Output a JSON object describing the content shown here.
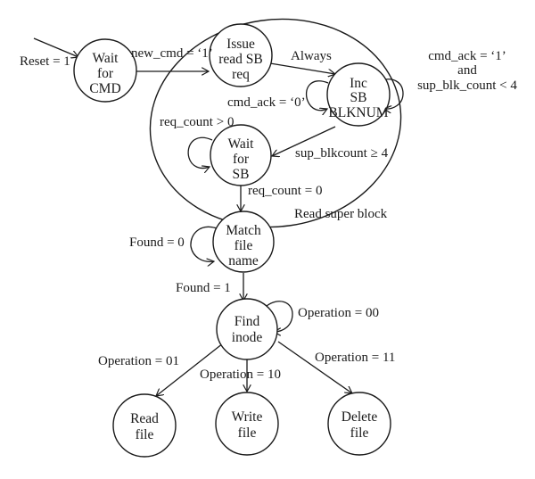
{
  "diagram": {
    "type": "state-machine",
    "region": {
      "label": "Read super block"
    },
    "states": {
      "wait_cmd": {
        "lines": [
          "Wait",
          "for",
          "CMD"
        ]
      },
      "issue_read": {
        "lines": [
          "Issue",
          "read SB",
          "req"
        ]
      },
      "inc_sb": {
        "lines": [
          "Inc",
          "SB",
          "BLKNUM"
        ]
      },
      "wait_sb": {
        "lines": [
          "Wait",
          "for",
          "SB"
        ]
      },
      "match_file": {
        "lines": [
          "Match",
          "file",
          "name"
        ]
      },
      "find_inode": {
        "lines": [
          "Find",
          "inode"
        ]
      },
      "read_file": {
        "lines": [
          "Read",
          "file"
        ]
      },
      "write_file": {
        "lines": [
          "Write",
          "file"
        ]
      },
      "delete_file": {
        "lines": [
          "Delete",
          "file"
        ]
      }
    },
    "transitions": {
      "reset": {
        "label": "Reset = 1",
        "from": "",
        "to": "wait_cmd"
      },
      "new_cmd": {
        "label": "new_cmd = ‘1’",
        "from": "wait_cmd",
        "to": "issue_read"
      },
      "always": {
        "label": "Always",
        "from": "issue_read",
        "to": "inc_sb"
      },
      "cmd_ack_0": {
        "label": "cmd_ack = ‘0’",
        "from": "inc_sb",
        "to": "inc_sb"
      },
      "cmd_ack_1": {
        "lines": [
          "cmd_ack = ‘1’",
          "and",
          "sup_blk_count < 4"
        ],
        "from": "inc_sb",
        "to": "inc_sb"
      },
      "sup_ge_4": {
        "label": "sup_blkcount ≥ 4",
        "from": "inc_sb",
        "to": "wait_sb"
      },
      "req_gt_0": {
        "label": "req_count > 0",
        "from": "wait_sb",
        "to": "wait_sb"
      },
      "req_eq_0": {
        "label": "req_count = 0",
        "from": "wait_sb",
        "to": "match_file"
      },
      "found_0": {
        "label": "Found = 0",
        "from": "match_file",
        "to": "match_file"
      },
      "found_1": {
        "label": "Found = 1",
        "from": "match_file",
        "to": "find_inode"
      },
      "op_00": {
        "label": "Operation = 00",
        "from": "find_inode",
        "to": "find_inode"
      },
      "op_01": {
        "label": "Operation = 01",
        "from": "find_inode",
        "to": "read_file"
      },
      "op_10": {
        "label": "Operation = 10",
        "from": "find_inode",
        "to": "write_file"
      },
      "op_11": {
        "label": "Operation = 11",
        "from": "find_inode",
        "to": "delete_file"
      }
    }
  }
}
